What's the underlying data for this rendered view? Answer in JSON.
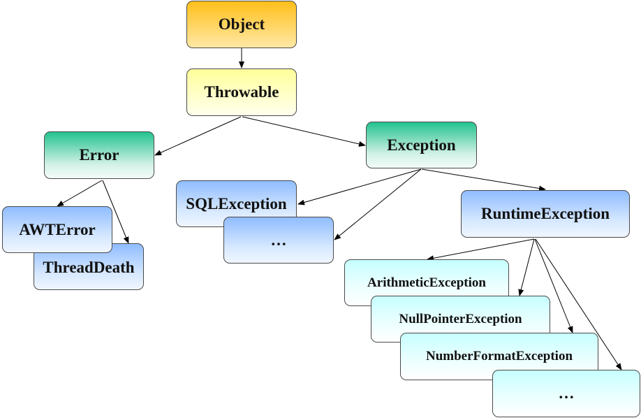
{
  "diagram": {
    "nodes": {
      "object": "Object",
      "throwable": "Throwable",
      "error": "Error",
      "exception": "Exception",
      "awterror": "AWTError",
      "threaddeath": "ThreadDeath",
      "sqlexception": "SQLException",
      "exception_more": "…",
      "runtimeexception": "RuntimeException",
      "arithmetic": "ArithmeticException",
      "nullpointer": "NullPointerException",
      "numberformat": "NumberFormatException",
      "runtime_more": "…"
    },
    "edges": [
      [
        "object",
        "throwable"
      ],
      [
        "throwable",
        "error"
      ],
      [
        "throwable",
        "exception"
      ],
      [
        "error",
        "awterror"
      ],
      [
        "error",
        "threaddeath"
      ],
      [
        "exception",
        "sqlexception"
      ],
      [
        "exception",
        "exception_more"
      ],
      [
        "exception",
        "runtimeexception"
      ],
      [
        "runtimeexception",
        "arithmetic"
      ],
      [
        "runtimeexception",
        "nullpointer"
      ],
      [
        "runtimeexception",
        "numberformat"
      ],
      [
        "runtimeexception",
        "runtime_more"
      ]
    ],
    "colors": {
      "root": "#ffbf1a",
      "throwable": "#ffff9a",
      "category": "#23c28f",
      "subclass": "#8fbcff",
      "runtime_subclass": "#c6ffff",
      "line": "#000000"
    }
  }
}
